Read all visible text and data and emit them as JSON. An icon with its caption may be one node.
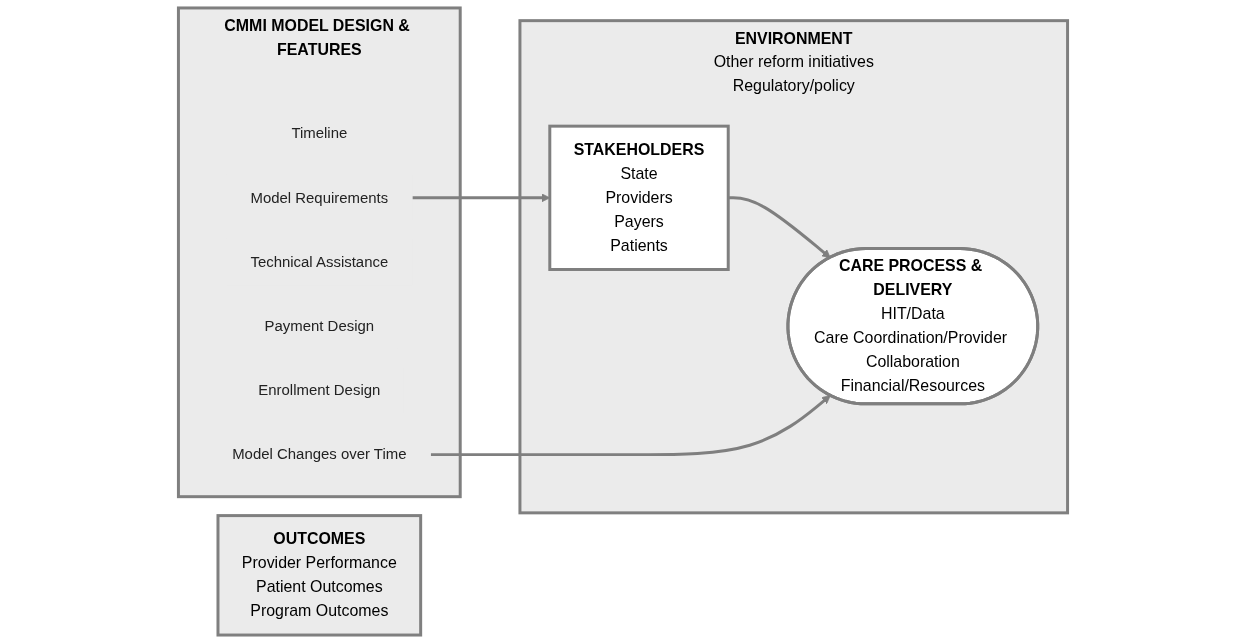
{
  "diagram": {
    "nodes": [
      {
        "text": [
          "CMMI MODEL DESIGN & FEATURES"
        ]
      },
      {
        "text": [
          "Timeline"
        ],
        "in": 0
      },
      {
        "text": [
          "Model Requirements"
        ],
        "in": 0
      },
      {
        "text": [
          "Technical Assistance"
        ],
        "in": 0
      },
      {
        "text": [
          "Payment Design"
        ],
        "in": 0
      },
      {
        "text": [
          "Enrollment Design"
        ],
        "in": 0
      },
      {
        "text": [
          "Model Changes over Time"
        ],
        "in": 0
      },
      {
        "text": [
          "ENVIRONMENT",
          "Other reform initiatives",
          "Regulatory/policy"
        ]
      },
      {
        "text": [
          "STAKEHOLDERS",
          "State",
          "Providers",
          "Payers",
          "Patients"
        ],
        "in": 7
      },
      {
        "text": [
          "CARE PROCESS & DELIVERY",
          "HIT/Data",
          "Care Coordination/Provider Collaboration",
          "Financial/Resources"
        ],
        "in": 7
      },
      {
        "text": [
          "OUTCOMES",
          "Provider Performance",
          "Patient Outcomes",
          "Program Outcomes"
        ]
      }
    ],
    "edges": [
      {
        "from": 2,
        "to": 8,
        "arrow": "to"
      },
      {
        "from": 8,
        "to": 9,
        "arrow": "to"
      },
      {
        "from": 6,
        "to": 9,
        "arrow": "to"
      }
    ]
  }
}
